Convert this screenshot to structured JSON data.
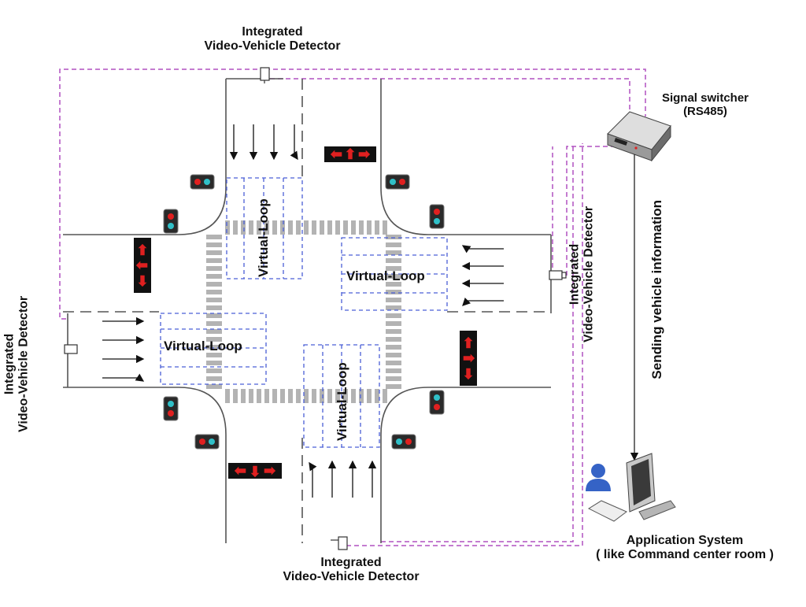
{
  "detectors": {
    "top": {
      "line1": "Integrated",
      "line2": "Video-Vehicle Detector"
    },
    "bottom": {
      "line1": "Integrated",
      "line2": "Video-Vehicle Detector"
    },
    "left": {
      "line1": "Integrated",
      "line2": "Video-Vehicle Detector"
    },
    "right": {
      "line1": "Integrated",
      "line2": "Video-Vehicle Detector"
    }
  },
  "signal_switcher": {
    "line1": "Signal switcher",
    "line2": "(RS485)"
  },
  "sending_label": "Sending vehicle information",
  "application": {
    "line1": "Application System",
    "line2": "( like Command center room )"
  },
  "virtual_loops": {
    "north": "Virtual-Loop",
    "east": "Virtual-Loop",
    "west": "Virtual-Loop",
    "south": "Virtual-Loop"
  },
  "colors": {
    "road_line": "#555555",
    "loop_dash": "#4a5fd6",
    "wire_dash": "#b050c0",
    "crosswalk": "#b3b3b3",
    "signal_red": "#e02020",
    "signal_cyan": "#30c0c8"
  },
  "icons": [
    "camera-icon",
    "signal-switcher-icon",
    "computer-icon",
    "user-icon",
    "traffic-light-icon",
    "arrow-sign-icon"
  ]
}
